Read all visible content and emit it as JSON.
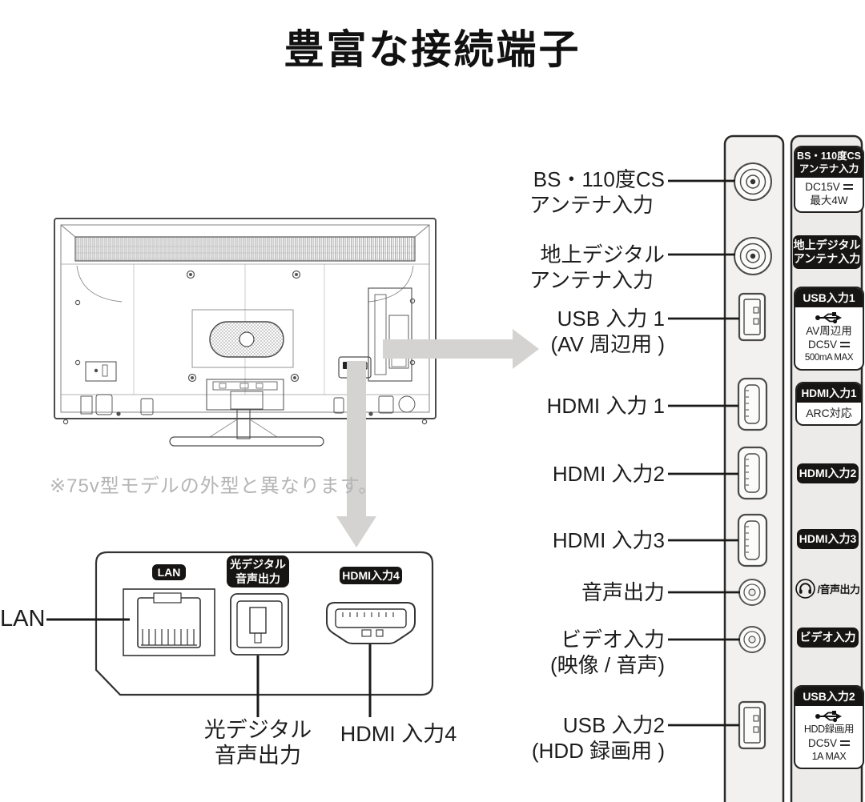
{
  "title": "豊富な接続端子",
  "note": "※75v型モデルの外型と異なります。",
  "left_labels": [
    {
      "line1": "BS・110度CS",
      "line2": "アンテナ入力"
    },
    {
      "line1": "地上デジタル",
      "line2": "アンテナ入力"
    },
    {
      "line1": "USB 入力 1",
      "line2": "(AV 周辺用 )"
    },
    {
      "line1": "HDMI 入力 1"
    },
    {
      "line1": "HDMI 入力2"
    },
    {
      "line1": "HDMI 入力3"
    },
    {
      "line1": "音声出力"
    },
    {
      "line1": "ビデオ入力",
      "line2": "(映像 / 音声)"
    },
    {
      "line1": "USB 入力2",
      "line2": "(HDD 録画用 )"
    }
  ],
  "right_panel": {
    "bs_block": {
      "header1": "BS・110度CS",
      "header2": "アンテナ入力",
      "body1": "DC15V",
      "body2": "最大4W"
    },
    "terrestrial_chip": {
      "line1": "地上デジタル",
      "line2": "アンテナ入力"
    },
    "usb1_block": {
      "header": "USB入力1",
      "body1": "AV周辺用",
      "body2": "DC5V",
      "body3": "500mA MAX"
    },
    "hdmi1_block": {
      "header": "HDMI入力1",
      "body": "ARC対応"
    },
    "hdmi2_chip": "HDMI入力2",
    "hdmi3_chip": "HDMI入力3",
    "audio_out_label": "/音声出力",
    "video_chip": "ビデオ入力",
    "usb2_block": {
      "header": "USB入力2",
      "body1": "HDD録画用",
      "body2": "DC5V",
      "body3": "1A MAX"
    }
  },
  "bottom_panel": {
    "lan_chip": "LAN",
    "optical_chip_line1": "光デジタル",
    "optical_chip_line2": "音声出力",
    "hdmi4_chip": "HDMI入力4",
    "lan_label": "LAN",
    "optical_label_line1": "光デジタル",
    "optical_label_line2": "音声出力",
    "hdmi4_label": "HDMI 入力4"
  },
  "colors": {
    "ink": "#1a1a1a",
    "note_gray": "#b5b5b5",
    "arrow_gray": "#d4d3d1",
    "connector_strip_fill": "#f2f1ef",
    "label_column_fill": "#edebe9",
    "chip_black": "#171513"
  }
}
